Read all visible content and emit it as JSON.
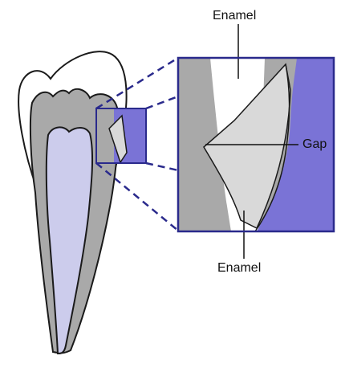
{
  "labels": {
    "enamel_top": "Enamel",
    "gap": "Gap",
    "enamel_bottom": "Enamel"
  },
  "colors": {
    "dentin": "#a9a9a9",
    "pulp": "#ccccec",
    "outline": "#1a1a1a",
    "enamel": "#ffffff",
    "inset_enamel": "#d9d9d9",
    "restoration": "#7a73d6",
    "frame": "#2a2a8c"
  }
}
